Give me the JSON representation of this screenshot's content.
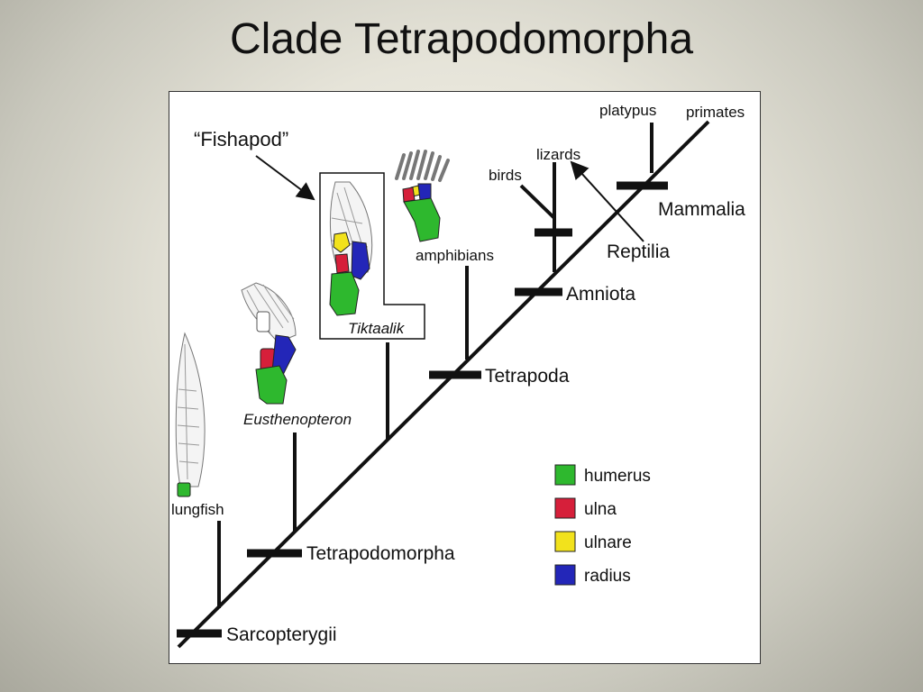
{
  "title": "Clade Tetrapodomorpha",
  "fishapod_callout": "“Fishapod”",
  "clade_labels": {
    "sarcopterygii": "Sarcopterygii",
    "tetrapodomorpha": "Tetrapodomorpha",
    "tetrapoda": "Tetrapoda",
    "amniota": "Amniota",
    "reptilia": "Reptilia",
    "mammalia": "Mammalia"
  },
  "taxa": {
    "lungfish": "lungfish",
    "eusthenopteron": "Eusthenopteron",
    "tiktaalik": "Tiktaalik",
    "amphibians": "amphibians",
    "birds": "birds",
    "lizards": "lizards",
    "platypus": "platypus",
    "primates": "primates"
  },
  "legend": [
    {
      "label": "humerus",
      "color": "#2eb82e"
    },
    {
      "label": "ulna",
      "color": "#d61f3a"
    },
    {
      "label": "ulnare",
      "color": "#f2e21c"
    },
    {
      "label": "radius",
      "color": "#2326b8"
    }
  ]
}
